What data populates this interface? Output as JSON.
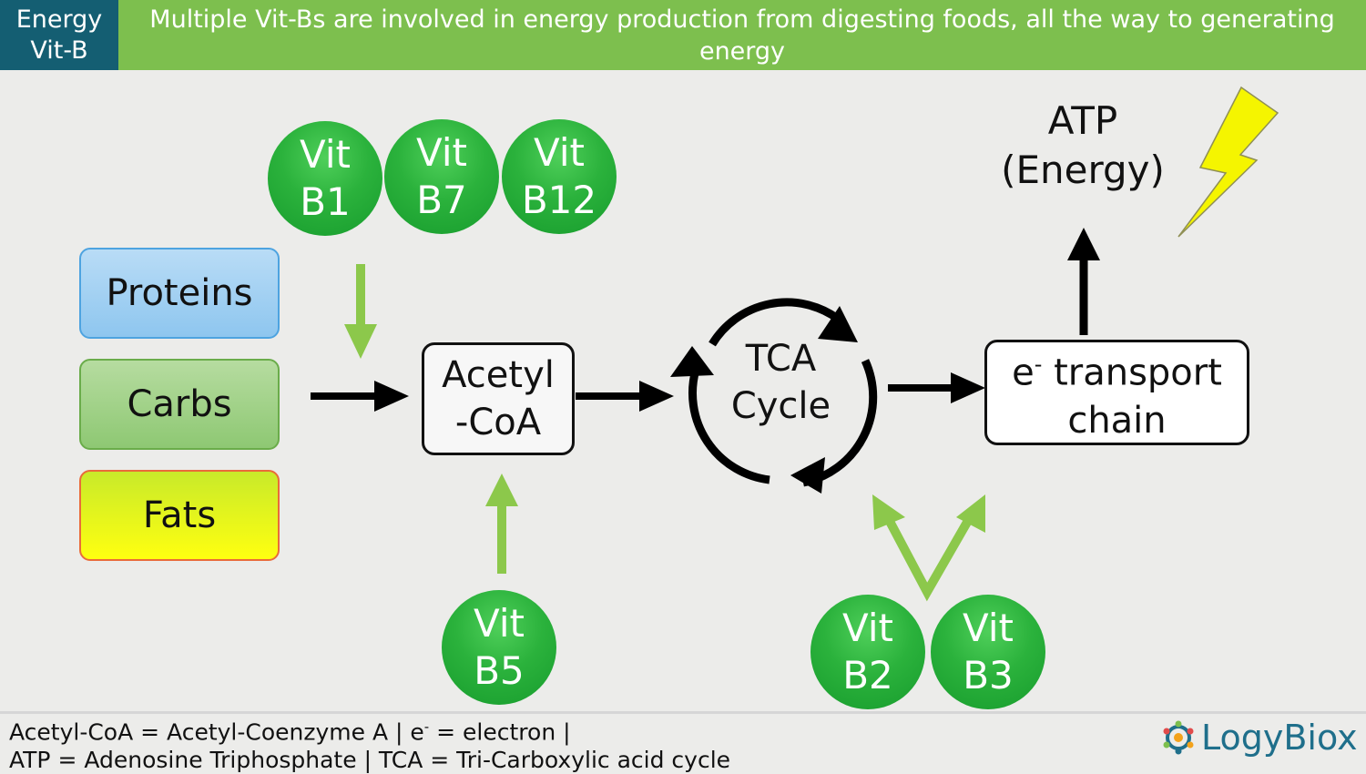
{
  "header": {
    "tag_line1": "Energy",
    "tag_line2": "Vit-B",
    "title": "Multiple Vit-Bs are involved in energy production from digesting foods, all the way to generating energy"
  },
  "foods": [
    "Proteins",
    "Carbs",
    "Fats"
  ],
  "nodes": {
    "acetyl_line1": "Acetyl",
    "acetyl_line2": "-CoA",
    "tca_line1": "TCA",
    "tca_line2": "Cycle",
    "etc_line1_prefix": "e",
    "etc_line1_sup": "-",
    "etc_line1_rest": " transport",
    "etc_line2": "chain",
    "atp_line1": "ATP",
    "atp_line2": "(Energy)"
  },
  "vitamins": [
    {
      "line1": "Vit",
      "line2": "B1"
    },
    {
      "line1": "Vit",
      "line2": "B7"
    },
    {
      "line1": "Vit",
      "line2": "B12"
    },
    {
      "line1": "Vit",
      "line2": "B5"
    },
    {
      "line1": "Vit",
      "line2": "B2"
    },
    {
      "line1": "Vit",
      "line2": "B3"
    }
  ],
  "footer": {
    "line1_a": "Acetyl-CoA = Acetyl-Coenzyme A | e",
    "line1_sup": "-",
    "line1_b": " = electron |",
    "line2": "ATP = Adenosine Triphosphate | TCA = Tri-Carboxylic acid cycle"
  },
  "brand": "LogyBiox",
  "colors": {
    "header_tag": "#145e72",
    "header_bar": "#7dbf4e",
    "vitamin_green": "#22a836",
    "arrow_green": "#8cc84b",
    "lightning": "#f5f500"
  }
}
